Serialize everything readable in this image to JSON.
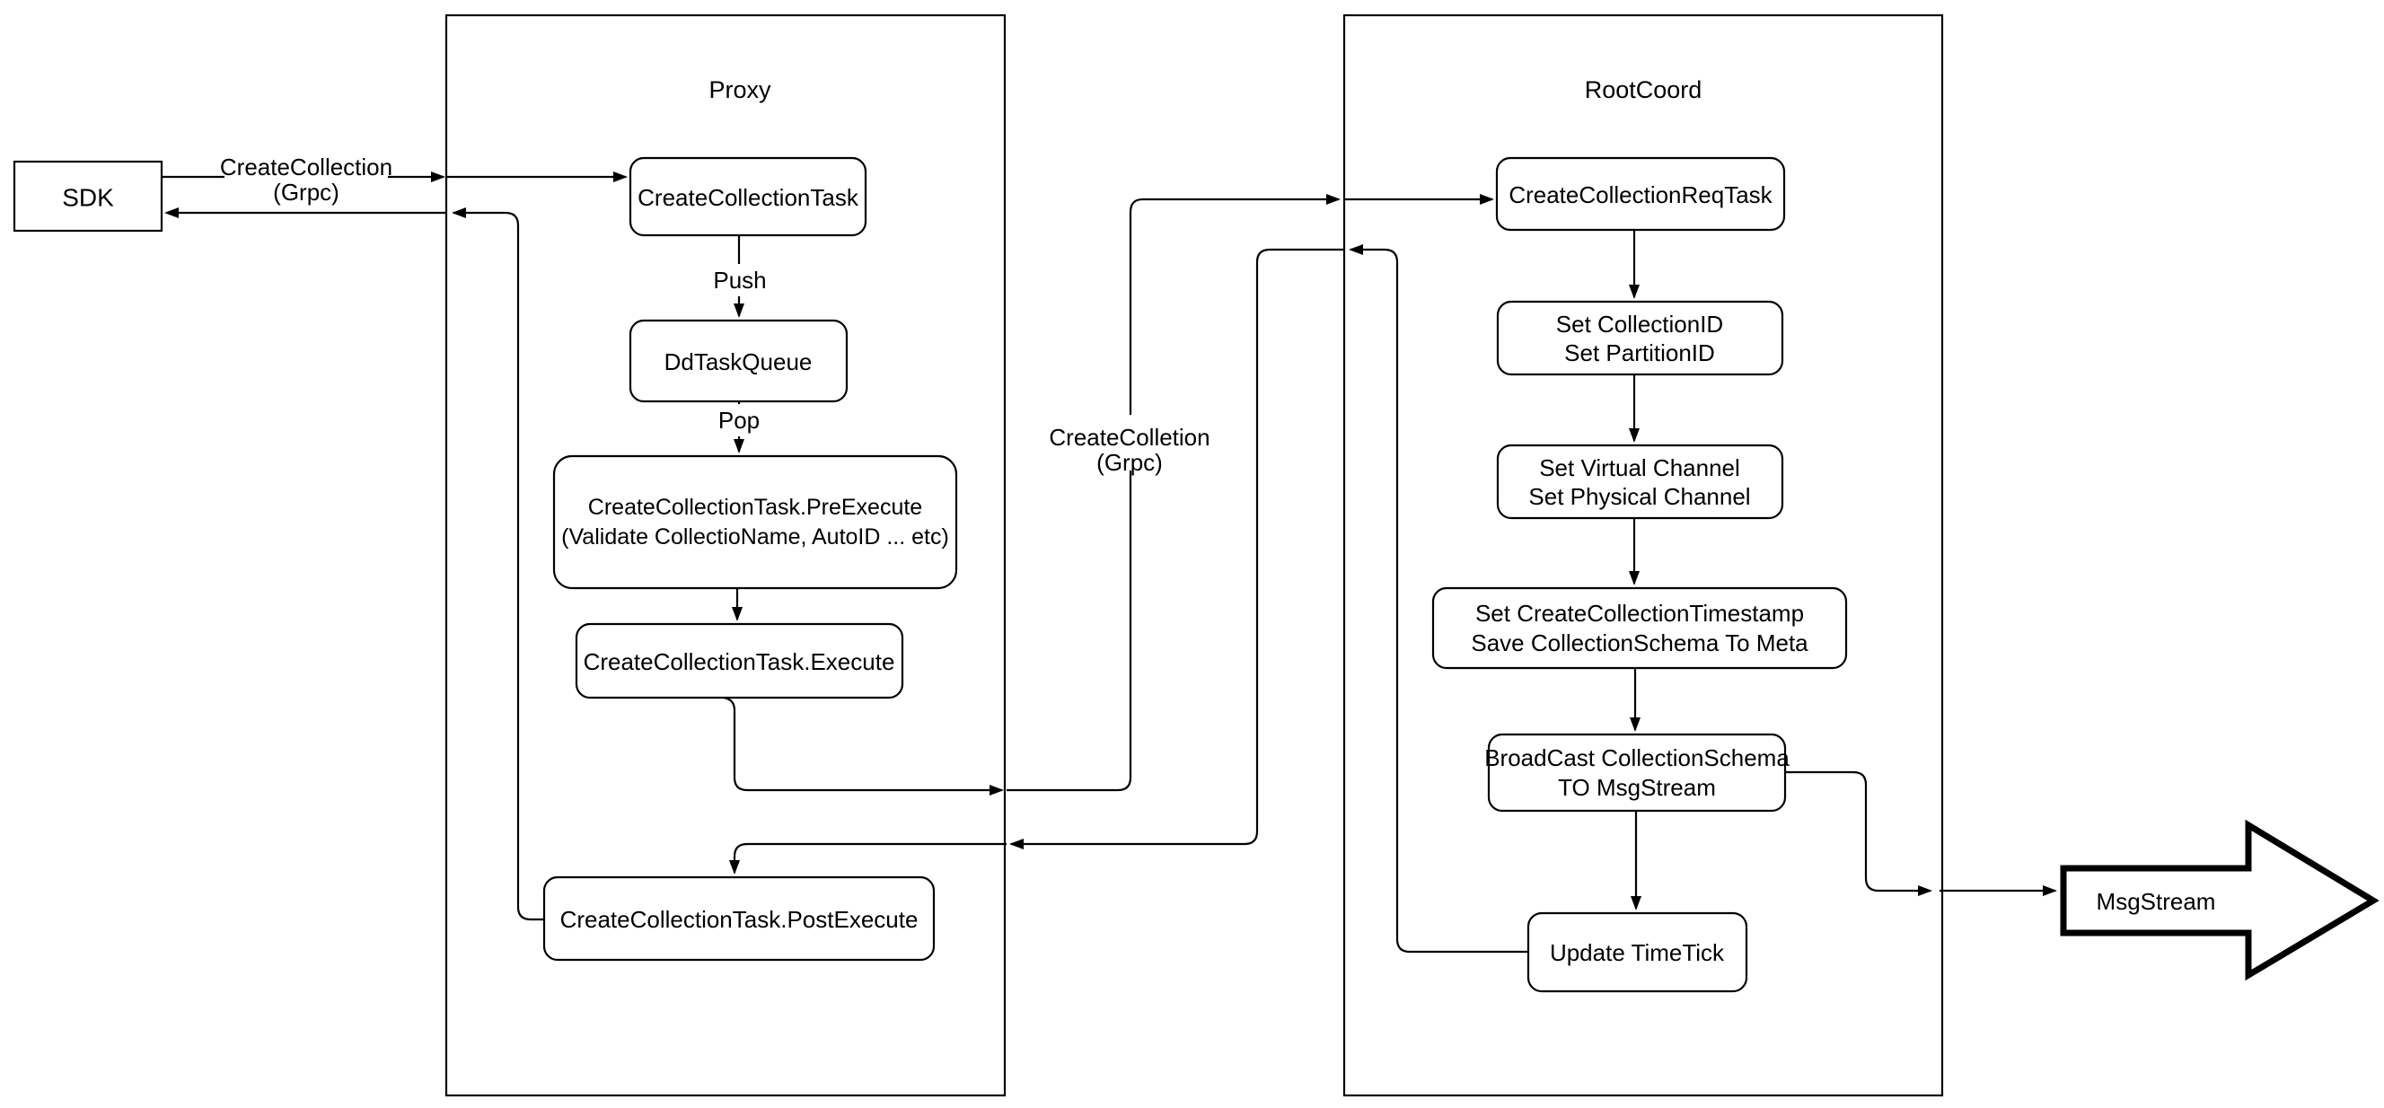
{
  "diagram": {
    "background": "#ffffff",
    "line_color": "#000000",
    "node_fill": "#ffffff",
    "containers": {
      "proxy": {
        "title": "Proxy"
      },
      "rootcoord": {
        "title": "RootCoord"
      }
    },
    "nodes": {
      "sdk": {
        "label": "SDK"
      },
      "create_collection_task": {
        "label": "CreateCollectionTask"
      },
      "dd_task_queue": {
        "label": "DdTaskQueue"
      },
      "pre_execute": {
        "lines": [
          "CreateCollectionTask.PreExecute",
          "(Validate CollectioName, AutoID ... etc)"
        ]
      },
      "execute": {
        "label": "CreateCollectionTask.Execute"
      },
      "post_execute": {
        "label": "CreateCollectionTask.PostExecute"
      },
      "create_collection_req_task": {
        "label": "CreateCollectionReqTask"
      },
      "set_ids": {
        "lines": [
          "Set CollectionID",
          "Set PartitionID"
        ]
      },
      "set_channels": {
        "lines": [
          "Set Virtual Channel",
          "Set Physical Channel"
        ]
      },
      "set_timestamp": {
        "lines": [
          "Set CreateCollectionTimestamp",
          "Save CollectionSchema To Meta"
        ]
      },
      "broadcast": {
        "lines": [
          "BroadCast CollectionSchema",
          "TO MsgStream"
        ]
      },
      "update_timetick": {
        "label": "Update TimeTick"
      },
      "msgstream": {
        "label": "MsgStream"
      }
    },
    "edge_labels": {
      "sdk_request": {
        "lines": [
          "CreateCollection",
          "(Grpc)"
        ]
      },
      "proxy_request": {
        "lines": [
          "CreateColletion",
          "(Grpc)"
        ]
      },
      "push": "Push",
      "pop": "Pop"
    }
  }
}
